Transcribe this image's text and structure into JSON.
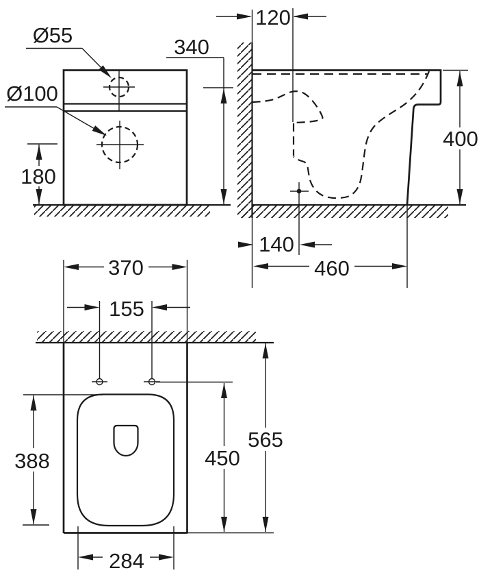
{
  "drawing": {
    "front_view": {
      "inlet_hole_diameter": "Ø55",
      "outlet_hole_diameter": "Ø100",
      "inlet_height_from_floor": "340",
      "outlet_height_from_floor": "180"
    },
    "side_view": {
      "inlet_distance_from_wall": "120",
      "total_height": "400",
      "outlet_distance_from_wall": "140",
      "total_depth": "460"
    },
    "top_view": {
      "total_width": "370",
      "fixing_hole_spacing": "155",
      "bowl_opening_length": "388",
      "fixing_holes_to_front": "450",
      "wall_to_front": "565",
      "bowl_opening_width": "284"
    }
  },
  "colors": {
    "ink": "#1b1b1b",
    "paper": "#ffffff"
  }
}
